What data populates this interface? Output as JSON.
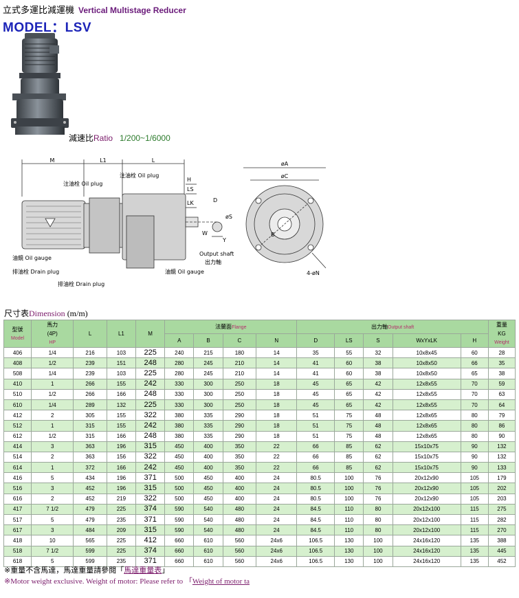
{
  "header": {
    "title_cn": "立式多運比減運機",
    "title_en": "Vertical Multistage Reducer",
    "model": "MODEL：LSV"
  },
  "ratio": {
    "label_cn": "減速比",
    "label_en": "Ratio",
    "value": "1/200~1/6000"
  },
  "drawing": {
    "labels": {
      "M": "M",
      "L1": "L1",
      "L": "L",
      "H": "H",
      "LS": "LS",
      "LK": "LK",
      "D": "D",
      "S": "øS",
      "W": "W",
      "Y": "Y",
      "oil_plug_top": "注油栓 Oil plug",
      "oil_plug_right": "注油栓 Oil plug",
      "oil_gauge_left": "油鏡 Oil gauge",
      "drain_plug_1": "排油栓 Drain plug",
      "drain_plug_2": "排油栓 Drain plug",
      "oil_gauge_right": "油鏡 Oil gauge",
      "output_shaft_en": "Output shaft",
      "output_shaft_cn": "出力軸",
      "A": "øA",
      "C": "øC",
      "B": "B",
      "N": "4-øN"
    }
  },
  "dimension_caption": {
    "cn": "尺寸表",
    "en": "Dimension",
    "unit": "(m/m)"
  },
  "table": {
    "headers": {
      "model_cn": "型號",
      "model_en": "Model",
      "hp_cn": "馬力",
      "hp_4p": "(4P)",
      "hp_en": "HP",
      "L": "L",
      "L1": "L1",
      "M": "M",
      "flange_cn": "法蘭面",
      "flange_en": "Flange",
      "A": "A",
      "B": "B",
      "C": "C",
      "N": "N",
      "shaft_cn": "出力軸",
      "shaft_en": "Output shaft",
      "D": "D",
      "LS": "LS",
      "S": "S",
      "WXYXLK": "WxYxLK",
      "H": "H",
      "weight_cn": "重量",
      "weight_kg": "KG",
      "weight_en": "Weight"
    },
    "rows": [
      [
        "406",
        "1/4",
        "216",
        "103",
        "225",
        "240",
        "215",
        "180",
        "14",
        "35",
        "55",
        "32",
        "10x8x45",
        "60",
        "28"
      ],
      [
        "408",
        "1/2",
        "239",
        "151",
        "248",
        "280",
        "245",
        "210",
        "14",
        "41",
        "60",
        "38",
        "10x8x50",
        "66",
        "35"
      ],
      [
        "508",
        "1/4",
        "239",
        "103",
        "225",
        "280",
        "245",
        "210",
        "14",
        "41",
        "60",
        "38",
        "10x8x50",
        "65",
        "38"
      ],
      [
        "410",
        "1",
        "266",
        "155",
        "242",
        "330",
        "300",
        "250",
        "18",
        "45",
        "65",
        "42",
        "12x8x55",
        "70",
        "59"
      ],
      [
        "510",
        "1/2",
        "266",
        "166",
        "248",
        "330",
        "300",
        "250",
        "18",
        "45",
        "65",
        "42",
        "12x8x55",
        "70",
        "63"
      ],
      [
        "610",
        "1/4",
        "289",
        "132",
        "225",
        "330",
        "300",
        "250",
        "18",
        "45",
        "65",
        "42",
        "12x8x55",
        "70",
        "64"
      ],
      [
        "412",
        "2",
        "305",
        "155",
        "322",
        "380",
        "335",
        "290",
        "18",
        "51",
        "75",
        "48",
        "12x8x65",
        "80",
        "79"
      ],
      [
        "512",
        "1",
        "315",
        "155",
        "242",
        "380",
        "335",
        "290",
        "18",
        "51",
        "75",
        "48",
        "12x8x65",
        "80",
        "86"
      ],
      [
        "612",
        "1/2",
        "315",
        "166",
        "248",
        "380",
        "335",
        "290",
        "18",
        "51",
        "75",
        "48",
        "12x8x65",
        "80",
        "90"
      ],
      [
        "414",
        "3",
        "363",
        "196",
        "315",
        "450",
        "400",
        "350",
        "22",
        "66",
        "85",
        "62",
        "15x10x75",
        "90",
        "132"
      ],
      [
        "514",
        "2",
        "363",
        "156",
        "322",
        "450",
        "400",
        "350",
        "22",
        "66",
        "85",
        "62",
        "15x10x75",
        "90",
        "132"
      ],
      [
        "614",
        "1",
        "372",
        "166",
        "242",
        "450",
        "400",
        "350",
        "22",
        "66",
        "85",
        "62",
        "15x10x75",
        "90",
        "133"
      ],
      [
        "416",
        "5",
        "434",
        "196",
        "371",
        "500",
        "450",
        "400",
        "24",
        "80.5",
        "100",
        "76",
        "20x12x90",
        "105",
        "179"
      ],
      [
        "516",
        "3",
        "452",
        "196",
        "315",
        "500",
        "450",
        "400",
        "24",
        "80.5",
        "100",
        "76",
        "20x12x90",
        "105",
        "202"
      ],
      [
        "616",
        "2",
        "452",
        "219",
        "322",
        "500",
        "450",
        "400",
        "24",
        "80.5",
        "100",
        "76",
        "20x12x90",
        "105",
        "203"
      ],
      [
        "417",
        "7  1/2",
        "479",
        "225",
        "374",
        "590",
        "540",
        "480",
        "24",
        "84.5",
        "110",
        "80",
        "20x12x100",
        "115",
        "275"
      ],
      [
        "517",
        "5",
        "479",
        "235",
        "371",
        "590",
        "540",
        "480",
        "24",
        "84.5",
        "110",
        "80",
        "20x12x100",
        "115",
        "282"
      ],
      [
        "617",
        "3",
        "484",
        "209",
        "315",
        "590",
        "540",
        "480",
        "24",
        "84.5",
        "110",
        "80",
        "20x12x100",
        "115",
        "270"
      ],
      [
        "418",
        "10",
        "565",
        "225",
        "412",
        "660",
        "610",
        "560",
        "24x6",
        "106.5",
        "130",
        "100",
        "24x16x120",
        "135",
        "388"
      ],
      [
        "518",
        "7  1/2",
        "599",
        "225",
        "374",
        "660",
        "610",
        "560",
        "24x6",
        "106.5",
        "130",
        "100",
        "24x16x120",
        "135",
        "445"
      ],
      [
        "618",
        "5",
        "599",
        "235",
        "371",
        "660",
        "610",
        "560",
        "24x6",
        "106.5",
        "130",
        "100",
        "24x16x120",
        "135",
        "452"
      ]
    ]
  },
  "notes": {
    "note1_text": "※重量不含馬達，馬達重量請參閱「",
    "note1_link": "馬達重量表",
    "note1_end": "」",
    "note2_text": "※Motor weight exclusive.  Weight of motor: Please refer to 「",
    "note2_link": "Weight of motor ta"
  },
  "colors": {
    "header_green": "#a9d9a0",
    "row_green": "#d6f0ce",
    "model_blue": "#1c24b8",
    "accent_purple": "#7a1a6a"
  }
}
